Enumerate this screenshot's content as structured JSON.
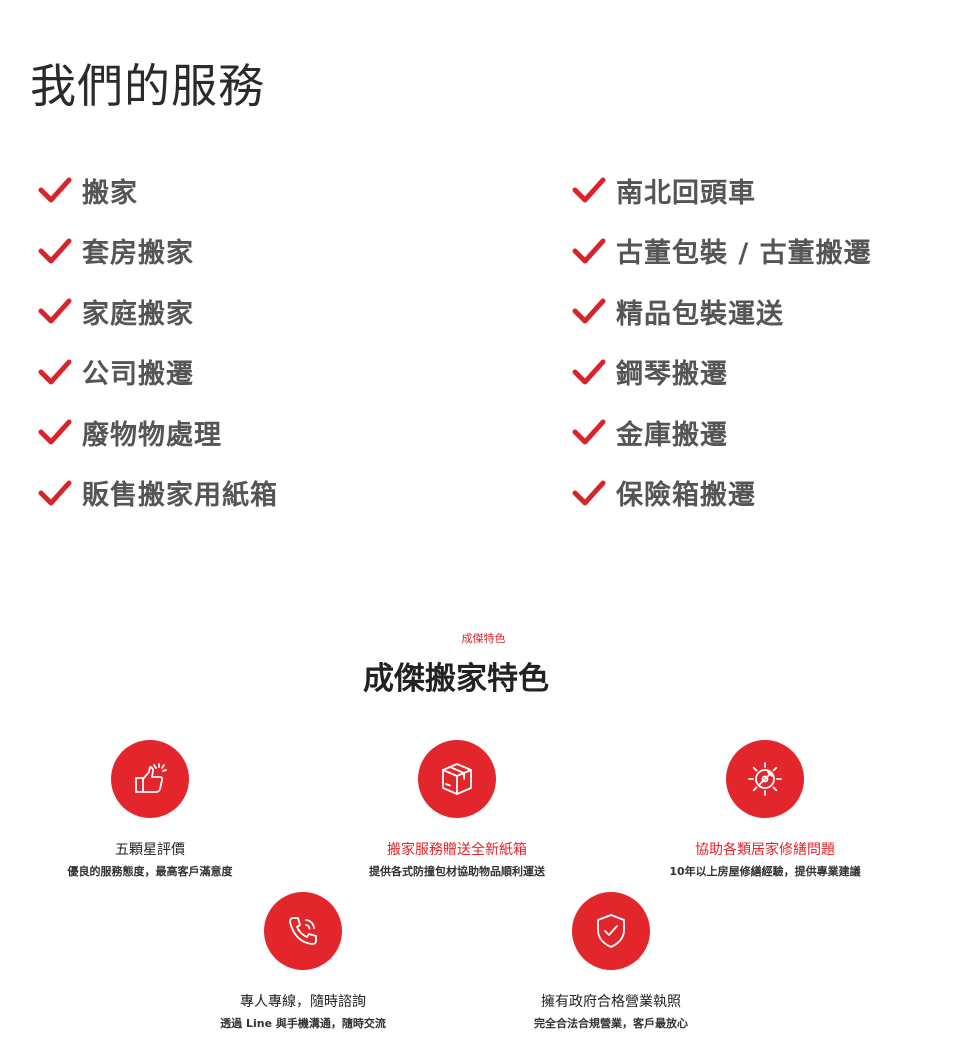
{
  "services": {
    "title": "我們的服務",
    "left_items": [
      "搬家",
      "套房搬家",
      "家庭搬家",
      "公司搬遷",
      "廢物物處理",
      "販售搬家用紙箱"
    ],
    "right_items": [
      "南北回頭車",
      "古董包裝 / 古董搬遷",
      "精品包裝運送",
      "鋼琴搬遷",
      "金庫搬遷",
      "保險箱搬遷"
    ]
  },
  "features": {
    "eyebrow": "成傑特色",
    "title": "成傑搬家特色",
    "items": [
      {
        "title": "五顆星評價",
        "desc": "優良的服務態度，最高客戶滿意度",
        "icon": "thumbs-up-icon"
      },
      {
        "title": "搬家服務贈送全新紙箱",
        "desc": "提供各式防撞包材協助物品順利運送",
        "icon": "box-icon"
      },
      {
        "title": "協助各類居家修繕問題",
        "desc": "10年以上房屋修繕經驗，提供專業建議",
        "icon": "gear-wrench-icon"
      },
      {
        "title": "專人專線，隨時諮詢",
        "desc": "透過 Line 與手機溝通，隨時交流",
        "icon": "phone-icon"
      },
      {
        "title": "擁有政府合格營業執照",
        "desc": "完全合法合規營業，客戶最放心",
        "icon": "shield-check-icon"
      }
    ]
  },
  "colors": {
    "accent": "#e3262b",
    "text": "#555555"
  }
}
